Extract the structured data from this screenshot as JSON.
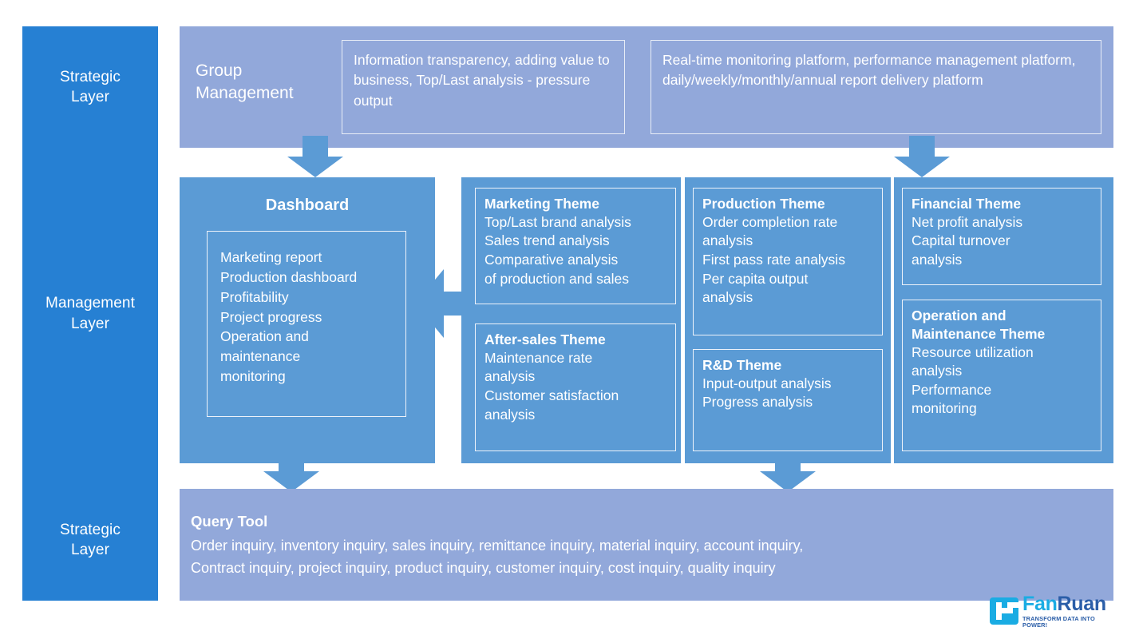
{
  "layers": [
    {
      "id": "strategic-top",
      "label": "Strategic\nLayer"
    },
    {
      "id": "management",
      "label": "Management\nLayer"
    },
    {
      "id": "strategic-bottom",
      "label": "Strategic\nLayer"
    }
  ],
  "group_management": {
    "title": "Group\nManagement",
    "cards": [
      {
        "text": "Information transparency, adding value to business, Top/Last analysis - pressure output"
      },
      {
        "text": "Real-time monitoring platform, performance management platform, daily/weekly/monthly/annual report delivery platform"
      }
    ]
  },
  "dashboard": {
    "title": "Dashboard",
    "items": "Marketing report\nProduction dashboard\nProfitability\nProject progress\nOperation and\nmaintenance\nmonitoring"
  },
  "themes": {
    "marketing": {
      "title": "Marketing Theme",
      "items": "Top/Last brand analysis\nSales trend analysis\nComparative analysis\nof production and sales"
    },
    "aftersales": {
      "title": "After-sales Theme",
      "items": "Maintenance rate\nanalysis\nCustomer satisfaction\nanalysis"
    },
    "production": {
      "title": "Production Theme",
      "items": "Order completion rate\nanalysis\nFirst pass rate analysis\nPer capita output\nanalysis"
    },
    "rnd": {
      "title": "R&D Theme",
      "items": "Input-output analysis\nProgress analysis"
    },
    "financial": {
      "title": "Financial Theme",
      "items": "Net profit analysis\nCapital turnover\nanalysis"
    },
    "opmaint": {
      "title": "Operation and\nMaintenance Theme",
      "items": "Resource utilization\nanalysis\nPerformance\nmonitoring"
    }
  },
  "query_tool": {
    "title": "Query Tool",
    "lines": "Order inquiry, inventory inquiry, sales inquiry, remittance inquiry, material inquiry, account inquiry,\nContract inquiry, project inquiry, product inquiry, customer inquiry, cost inquiry, quality inquiry"
  },
  "logo": {
    "fan": "Fan",
    "ruan": "Ruan",
    "tagline": "TRANSFORM  DATA INTO POWER!"
  },
  "colors": {
    "rail_blue": "#2680D3",
    "band_periwinkle": "#92A8DA",
    "panel_blue": "#5B9BD5",
    "card_border": "#EDF2FA",
    "text_white": "#FFFFFF",
    "logo_cyan": "#1AACE3",
    "logo_navy": "#2B5EA8"
  }
}
